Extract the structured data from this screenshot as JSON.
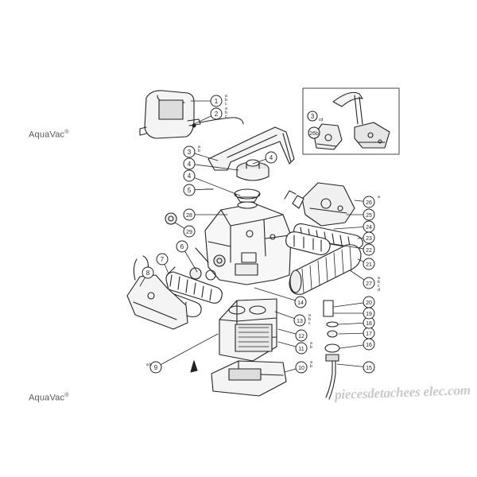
{
  "brand": {
    "top": "AquaVac",
    "bottom": "AquaVac",
    "mark": "®"
  },
  "watermark": "piecesdetachees elec.com",
  "inset": {
    "labels": [
      "3",
      "26b"
    ],
    "letters_3": "cd"
  },
  "callouts": [
    {
      "num": "1",
      "suffix": "a b c"
    },
    {
      "num": "2",
      "suffix": "a b c"
    },
    {
      "num": "3",
      "suffix": "a b"
    },
    {
      "num": "4",
      "suffix": ""
    },
    {
      "num": "4",
      "suffix": ""
    },
    {
      "num": "4",
      "suffix": ""
    },
    {
      "num": "5",
      "suffix": ""
    },
    {
      "num": "6",
      "suffix": ""
    },
    {
      "num": "7",
      "suffix": ""
    },
    {
      "num": "8",
      "suffix": ""
    },
    {
      "num": "9",
      "suffix": ""
    },
    {
      "num": "10",
      "suffix": "a b"
    },
    {
      "num": "11",
      "suffix": "a b"
    },
    {
      "num": "12",
      "suffix": ""
    },
    {
      "num": "13",
      "suffix": "a b c"
    },
    {
      "num": "14",
      "suffix": ""
    },
    {
      "num": "15",
      "suffix": ""
    },
    {
      "num": "16",
      "suffix": ""
    },
    {
      "num": "17",
      "suffix": ""
    },
    {
      "num": "18",
      "suffix": ""
    },
    {
      "num": "19",
      "suffix": ""
    },
    {
      "num": "20",
      "suffix": ""
    },
    {
      "num": "21",
      "suffix": ""
    },
    {
      "num": "22",
      "suffix": ""
    },
    {
      "num": "23",
      "suffix": ""
    },
    {
      "num": "24",
      "suffix": ""
    },
    {
      "num": "25",
      "suffix": ""
    },
    {
      "num": "26",
      "suffix": "a"
    },
    {
      "num": "27",
      "suffix": "a b c d"
    },
    {
      "num": "28",
      "suffix": ""
    },
    {
      "num": "29",
      "suffix": ""
    }
  ],
  "side_letters_9": "a b"
}
